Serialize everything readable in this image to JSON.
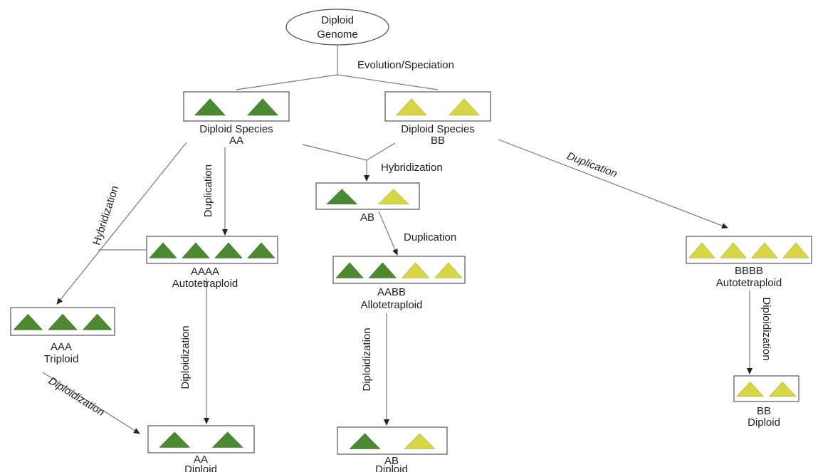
{
  "colors": {
    "genome_a": "#4c8a32",
    "genome_b": "#d6d646",
    "line": "#7a7a7a",
    "box_border": "#555555"
  },
  "root": {
    "line1": "Diploid",
    "line2": "Genome"
  },
  "nodes": {
    "diploid_aa": {
      "line1": "Diploid Species",
      "line2": "AA",
      "genomes": [
        "A",
        "A"
      ]
    },
    "diploid_bb": {
      "line1": "Diploid Species",
      "line2": "BB",
      "genomes": [
        "B",
        "B"
      ]
    },
    "hybrid_ab": {
      "line1": "AB",
      "genomes": [
        "A",
        "B"
      ]
    },
    "auto_aaaa": {
      "line1": "AAAA",
      "line2": "Autotetraploid",
      "genomes": [
        "A",
        "A",
        "A",
        "A"
      ]
    },
    "allo_aabb": {
      "line1": "AABB",
      "line2": "Allotetraploid",
      "genomes": [
        "A",
        "A",
        "B",
        "B"
      ]
    },
    "auto_bbbb": {
      "line1": "BBBB",
      "line2": "Autotetraploid",
      "genomes": [
        "B",
        "B",
        "B",
        "B"
      ]
    },
    "triploid_aaa": {
      "line1": "AAA",
      "line2": "Triploid",
      "genomes": [
        "A",
        "A",
        "A"
      ]
    },
    "diploid_aa_final": {
      "line1": "AA",
      "line2": "Diploid",
      "genomes": [
        "A",
        "A"
      ]
    },
    "diploid_ab_final": {
      "line1": "AB",
      "line2": "Diploid",
      "genomes": [
        "A",
        "B"
      ]
    },
    "diploid_bb_final": {
      "line1": "BB",
      "line2": "Diploid",
      "genomes": [
        "B",
        "B"
      ]
    }
  },
  "edge_labels": {
    "evolution": "Evolution/Speciation",
    "hybridization_ab": "Hybridization",
    "duplication_aa": "Duplication",
    "duplication_ab": "Duplication",
    "duplication_bb": "Duplication",
    "hybridization_aaa": "Hybridization",
    "diploidization_aaa": "Diploidization",
    "diploidization_aaaa": "Diploidization",
    "diploidization_aabb": "Diploidization",
    "diploidization_bbbb": "Diploidization"
  }
}
